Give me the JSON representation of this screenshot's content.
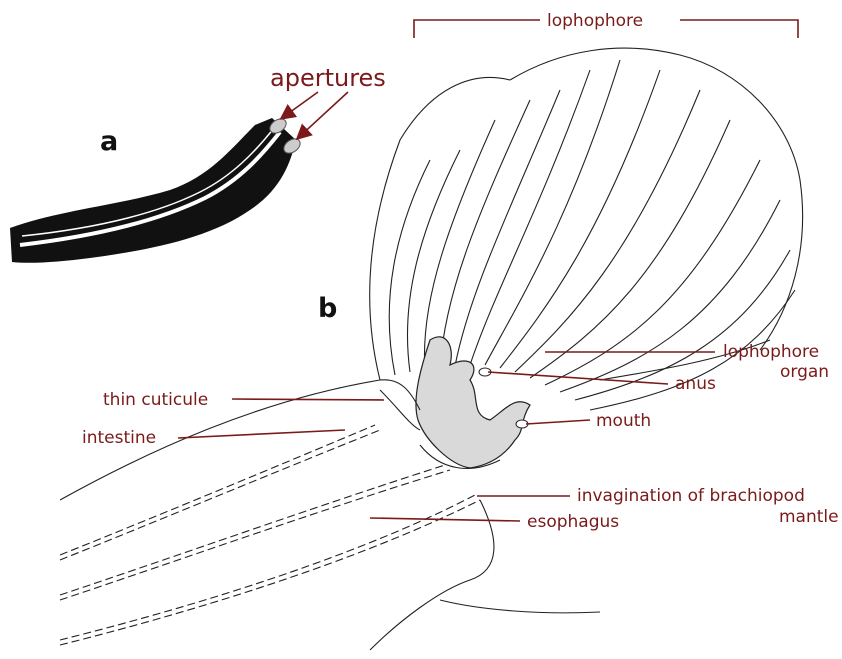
{
  "panels": {
    "a": "a",
    "b": "b"
  },
  "labels": {
    "apertures": "apertures",
    "lophophore": "lophophore",
    "lophophore_organ_line1": "lophophore",
    "lophophore_organ_line2": "organ",
    "anus": "anus",
    "mouth": "mouth",
    "thin_cuticule": "thin cuticule",
    "intestine": "intestine",
    "invagination_line1": "invagination of brachiopod",
    "invagination_line2": "mantle",
    "esophagus": "esophagus"
  },
  "colors": {
    "label": "#7a1a1a",
    "ink": "#222222",
    "gut": "#d9d9d9"
  }
}
